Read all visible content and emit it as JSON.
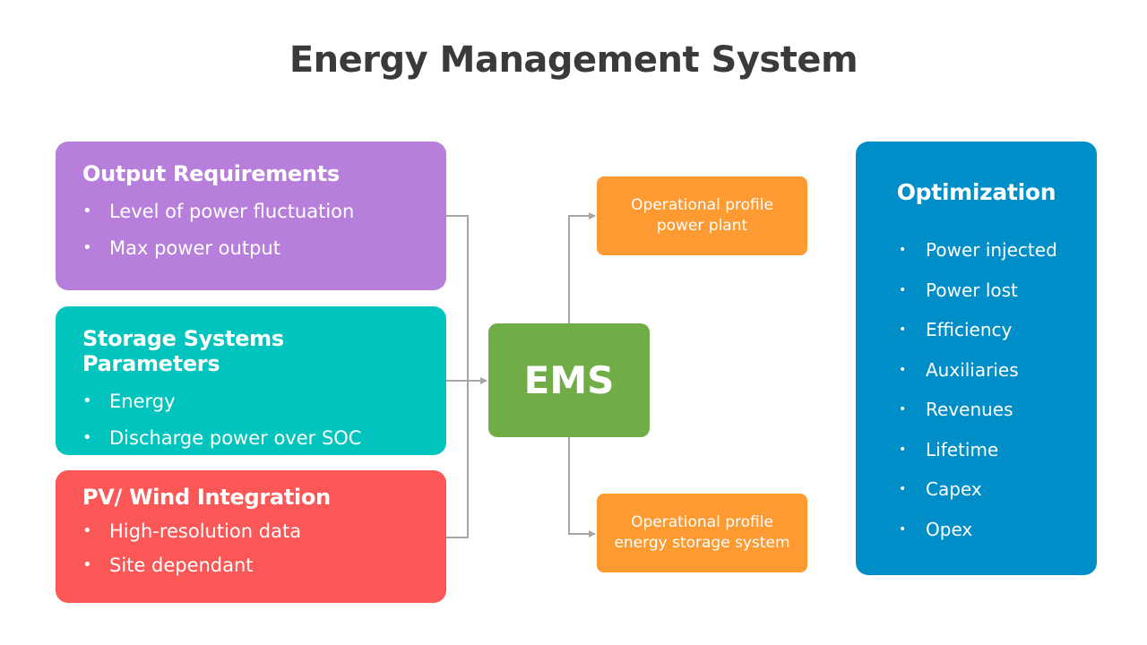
{
  "title": "Energy Management System",
  "inputs": [
    {
      "title": "Output Requirements",
      "items": [
        "Level of power fluctuation",
        "Max power output"
      ],
      "color": "#b77fdb"
    },
    {
      "title": "Storage Systems Parameters",
      "items": [
        "Energy",
        "Discharge power over SOC"
      ],
      "color": "#00c4bd"
    },
    {
      "title": "PV/ Wind Integration",
      "items": [
        "High-resolution data",
        "Site dependant"
      ],
      "color": "#fc5757"
    }
  ],
  "ems": {
    "label": "EMS",
    "color": "#70ad47"
  },
  "outputs": [
    {
      "line1": "Operational profile",
      "line2": "power plant"
    },
    {
      "line1": "Operational profile",
      "line2": "energy storage system"
    }
  ],
  "optimization": {
    "title": "Optimization",
    "items": [
      "Power injected",
      "Power lost",
      "Efficiency",
      "Auxiliaries",
      "Revenues",
      "Lifetime",
      "Capex",
      "Opex"
    ],
    "color": "#008ec9"
  },
  "colors": {
    "connector": "#a6a6a6",
    "output_box": "#fd9a32",
    "title_text": "#3a3a3a"
  }
}
